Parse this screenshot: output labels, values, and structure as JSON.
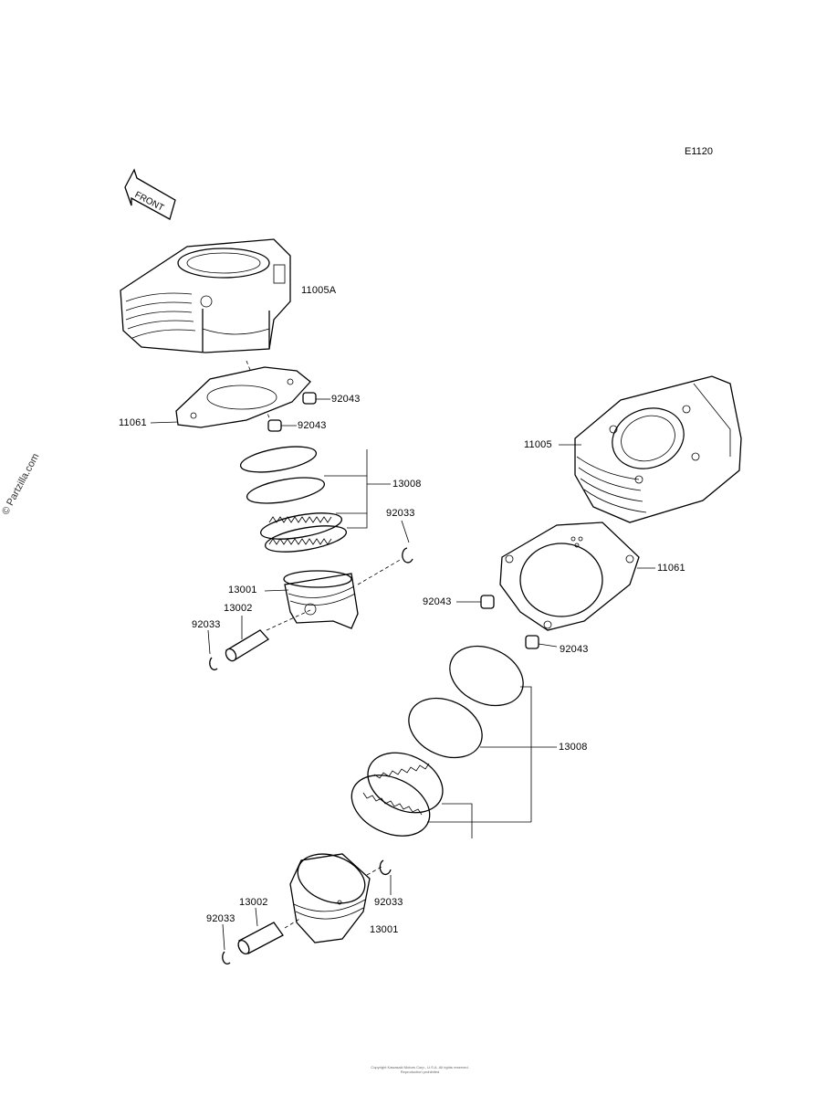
{
  "diagram_code": "E1120",
  "front_label": "FRONT",
  "watermark": "© Partzilla.com",
  "footer_text": [
    "Copyright Kawasaki Motors Corp., U.S.A. All rights reserved.",
    "Reproduction prohibited"
  ],
  "parts": {
    "cylinder_rear": "11005A",
    "cylinder_front": "11005",
    "gasket_rear": "11061",
    "gasket_front": "11061",
    "dowel_a": "92043",
    "dowel_b": "92043",
    "dowel_c": "92043",
    "dowel_d": "92043",
    "rings_upper": "13008",
    "rings_lower": "13008",
    "circlip_a": "92033",
    "circlip_b": "92033",
    "circlip_c": "92033",
    "circlip_d": "92033",
    "piston_upper": "13001",
    "piston_lower": "13001",
    "pin_upper": "13002",
    "pin_lower": "13002"
  }
}
